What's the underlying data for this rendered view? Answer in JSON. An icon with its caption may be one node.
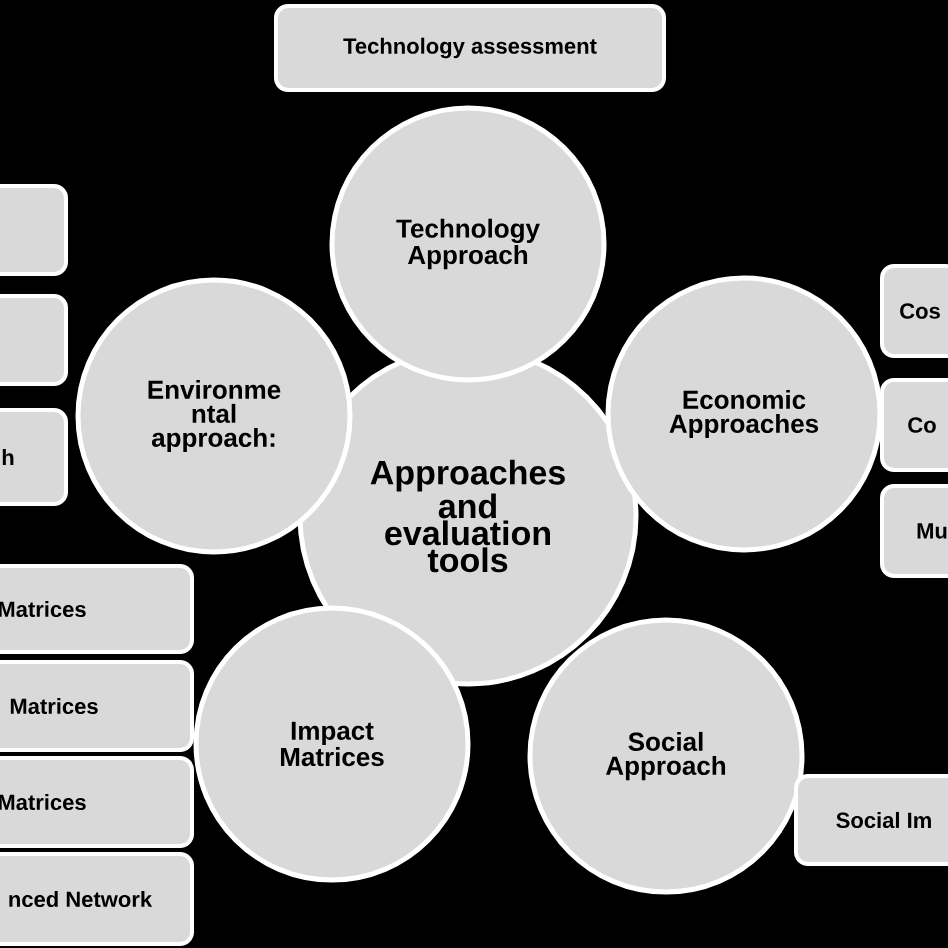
{
  "diagram": {
    "nodes": [
      {
        "text": [
          "Technology assessment"
        ]
      },
      {
        "text": [],
        "shape": "box"
      },
      {
        "text": [],
        "shape": "box"
      },
      {
        "text": [
          "h"
        ]
      },
      {
        "text": [
          "Approaches and evaluation tools"
        ]
      },
      {
        "text": [
          "Technology Approach"
        ]
      },
      {
        "text": [
          "Environme ntal approach:"
        ]
      },
      {
        "text": [
          "Economic Approaches"
        ]
      },
      {
        "text": [
          "Impact Matrices"
        ]
      },
      {
        "text": [
          "Social Approach"
        ]
      },
      {
        "text": [
          "Cos"
        ]
      },
      {
        "text": [
          "Co"
        ]
      },
      {
        "text": [
          "Mu"
        ]
      },
      {
        "text": [
          "Matrices"
        ]
      },
      {
        "text": [
          "Matrices"
        ]
      },
      {
        "text": [
          "Matrices"
        ]
      },
      {
        "text": [
          "nced Network"
        ]
      },
      {
        "text": [
          "Social Im"
        ]
      }
    ],
    "edges": []
  }
}
